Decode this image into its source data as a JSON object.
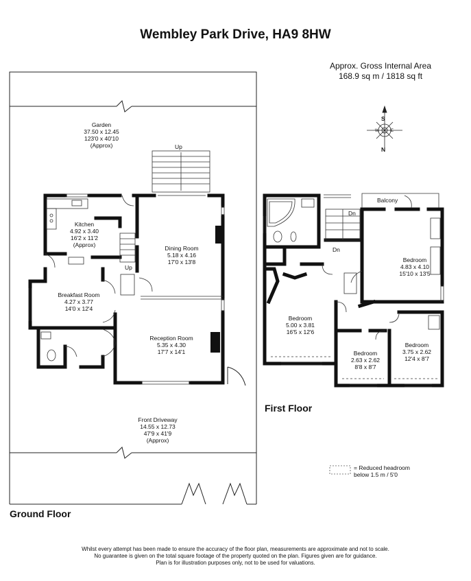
{
  "title": "Wembley Park Drive, HA9 8HW",
  "area": {
    "line1": "Approx. Gross Internal Area",
    "line2": "168.9 sq m / 1818 sq ft"
  },
  "compass": {
    "north": "N",
    "south": "S",
    "east": "E",
    "west": "W"
  },
  "ground_floor": {
    "label": "Ground Floor",
    "rooms": {
      "garden": {
        "name": "Garden",
        "metric": "37.50 x 12.45",
        "imperial": "123'0 x 40'10",
        "note": "(Approx)"
      },
      "kitchen": {
        "name": "Kitchen",
        "metric": "4.92 x 3.40",
        "imperial": "16'2 x 11'2",
        "note": "(Approx)"
      },
      "dining": {
        "name": "Dining Room",
        "metric": "5.18 x 4.16",
        "imperial": "17'0 x 13'8"
      },
      "breakfast": {
        "name": "Breakfast Room",
        "metric": "4.27 x 3.77",
        "imperial": "14'0 x 12'4"
      },
      "reception": {
        "name": "Reception Room",
        "metric": "5.35 x 4.30",
        "imperial": "17'7 x 14'1"
      },
      "driveway": {
        "name": "Front Driveway",
        "metric": "14.55 x 12.73",
        "imperial": "47'9 x 41'9",
        "note": "(Approx)"
      }
    },
    "stair_up_garden": "Up",
    "stair_up_inside": "Up"
  },
  "first_floor": {
    "label": "First Floor",
    "balcony": "Balcony",
    "dn_top": "Dn",
    "dn_bottom": "Dn",
    "rooms": {
      "bed_master": {
        "name": "Bedroom",
        "metric": "4.83 x 4.10",
        "imperial": "15'10 x 13'5"
      },
      "bed_left": {
        "name": "Bedroom",
        "metric": "5.00 x 3.81",
        "imperial": "16'5 x 12'6"
      },
      "bed_small": {
        "name": "Bedroom",
        "metric": "2.63 x 2.62",
        "imperial": "8'8 x 8'7"
      },
      "bed_right": {
        "name": "Bedroom",
        "metric": "3.75 x 2.62",
        "imperial": "12'4 x 8'7"
      }
    }
  },
  "legend": {
    "line1": "= Reduced headroom",
    "line2": "below 1.5 m / 5'0"
  },
  "disclaimer": {
    "line1": "Whilst every attempt has been made to ensure the accuracy of the floor plan, measurements are approximate and not to scale.",
    "line2": "No guarantee is given on the total square footage of the property quoted on the plan. Figures given are for guidance.",
    "line3": "Plan is for illustration purposes only, not to be used for valuations."
  }
}
